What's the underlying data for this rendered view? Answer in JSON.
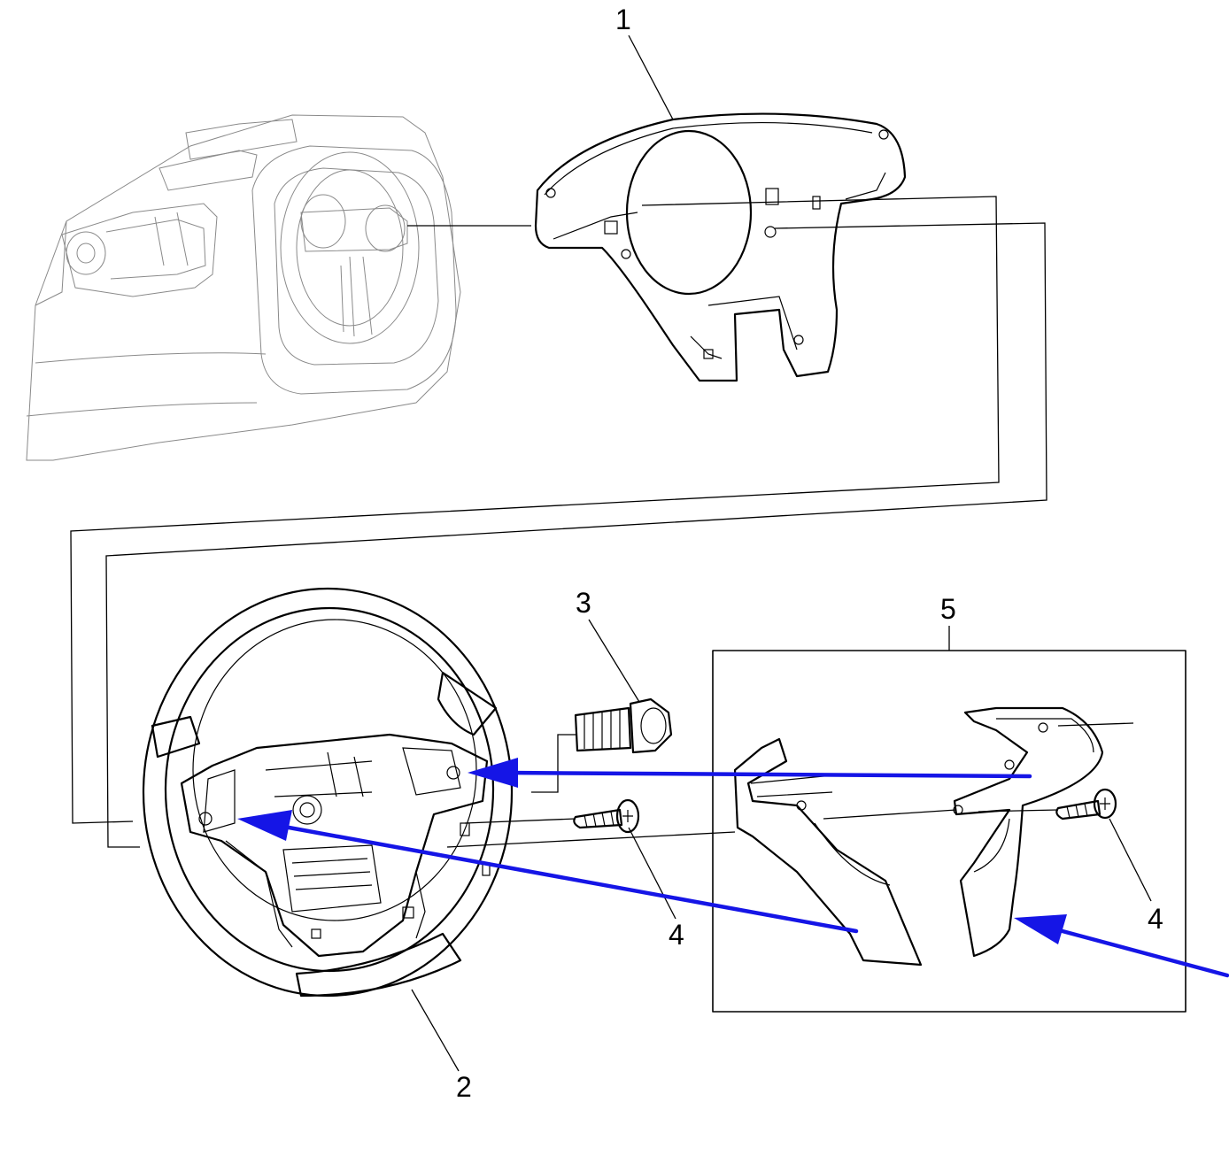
{
  "callouts": {
    "part1": "1",
    "part2": "2",
    "part3": "3",
    "part4_left": "4",
    "part4_right": "4",
    "part5": "5"
  },
  "colors": {
    "line_art": "#000000",
    "background_art": "#8a8a8a",
    "arrow": "#1515e6"
  }
}
